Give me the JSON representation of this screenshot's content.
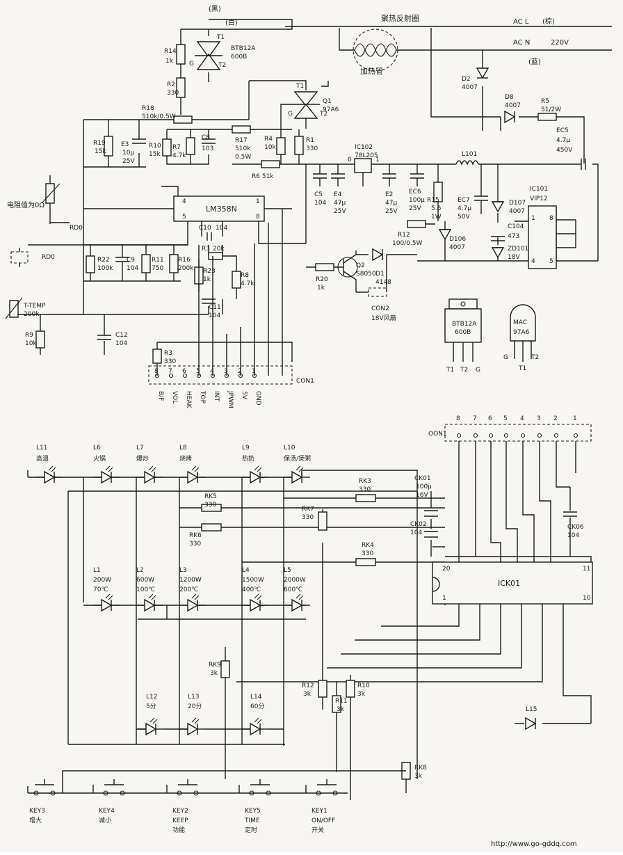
{
  "top": {
    "label_black": "(黑)",
    "label_white": "(白)",
    "reflector": "聚热反射圈",
    "acl": "AC L",
    "brown": "(棕)",
    "acn": "AC N",
    "v220": "220V",
    "blue": "(蓝)",
    "heater": "加热管"
  },
  "parts": {
    "R14": "R14",
    "R14v": "1k",
    "T1a": "T1",
    "T1a_part": "BTB12A",
    "T1a_v": "600B",
    "G": "G",
    "T2": "T2",
    "R2": "R2",
    "R2v": "330",
    "T1b": "T1",
    "Q1": "Q1",
    "Q1v": "97A6",
    "R18": "R18",
    "R18v": "510k/0.5W",
    "D2": "D2",
    "D2v": "4007",
    "D8": "D8",
    "D8v": "4007",
    "R5": "R5",
    "R5v": "51/2W",
    "EC5": "EC5",
    "EC5v": "4.7μ",
    "EC5v2": "450V",
    "R19": "R19",
    "R19v": "15k",
    "E3": "E3",
    "E3v": "10μ",
    "E3v2": "25V",
    "R10": "R10",
    "R10v": "15k",
    "R7": "R7",
    "R7v": "4.7k",
    "C8": "C8",
    "C8v": "103",
    "R17": "R17",
    "R17v": "510k",
    "R17v2": "0.5W",
    "R4": "R4",
    "R4v": "10k",
    "R1": "R1",
    "R1v": "330",
    "IC102": "IC102",
    "IC102v": "78L205",
    "pin0": "0",
    "pin1": "1",
    "L101": "L101",
    "R6": "R6 51k",
    "C5": "C5",
    "C5v": "104",
    "E4": "E4",
    "E4v": "47μ",
    "E4v2": "25V",
    "E2": "E2",
    "E2v": "47μ",
    "E2v2": "25V",
    "EC6": "EC6",
    "EC6v": "100μ",
    "EC6v2": "25V",
    "R15": "R15",
    "R15v": "5.6",
    "R15v2": "1W",
    "EC7": "EC7",
    "EC7v": "4.7μ",
    "EC7v2": "50V",
    "D107": "D107",
    "D107v": "4007",
    "IC101": "IC101",
    "IC101v": "VIP12",
    "C104": "C104",
    "C104v": "473",
    "ZD101": "ZD101",
    "ZD101v": "18V",
    "D106": "D106",
    "D106v": "4007",
    "R12": "R12",
    "R12v": "100/0.5W",
    "lm358": "LM358N",
    "p4": "4",
    "p1": "1",
    "p5": "5",
    "p8": "8",
    "p_8": "8",
    "p_1": "1",
    "p_4": "4",
    "p_5": "5",
    "resist": "电阻值为0Ω",
    "RD0a": "RD0",
    "RD0b": "RD0",
    "C10": "C10",
    "C10v": "104",
    "R3a": "R3",
    "R3av": "20k",
    "R22": "R22",
    "R22v": "100k",
    "C9": "C9",
    "C9v": "104",
    "R11": "R11",
    "R11v": "750",
    "R16": "R16",
    "R16v": "200k",
    "R23": "R23",
    "R23v": "1k",
    "R8": "R8",
    "R8v": "4.7k",
    "R20": "R20",
    "R20v": "1k",
    "Q2": "Q2",
    "Q2v": "S8050",
    "D1": "D1",
    "D1v": "4148",
    "CON2": "CON2",
    "CON2v": "18V风扇",
    "TTEMP": "T-TEMP",
    "TTEMPv": "200k",
    "C11": "C11",
    "C11v": "104",
    "R9": "R9",
    "R9v": "10k",
    "C12": "C12",
    "C12v": "104",
    "R3b": "R3",
    "R3bv": "330",
    "con1": "CON1",
    "btb_pkg": "BTB12A",
    "btb_pkg2": "600B",
    "pkgT1": "T1",
    "pkgT2": "T2",
    "pkgG": "G",
    "mac": "MAC",
    "mac2": "97A6",
    "macG": "G",
    "macT2": "T2",
    "macT1": "T1"
  },
  "con1_pins": [
    "8",
    "7",
    "6",
    "5",
    "4",
    "3",
    "2",
    "1"
  ],
  "con1_names": [
    "B/F",
    "VOL",
    "HEAK",
    "TOP",
    "INT",
    "JPWM",
    "5V",
    "GND"
  ],
  "oon1": "OON1",
  "oon1_pins": [
    "8",
    "7",
    "6",
    "5",
    "4",
    "3",
    "2",
    "1"
  ],
  "leds_top": [
    {
      "ref": "L11",
      "name": "高温"
    },
    {
      "ref": "L6",
      "name": "火锅"
    },
    {
      "ref": "L7",
      "name": "爆炒"
    },
    {
      "ref": "L8",
      "name": "烧烤"
    },
    {
      "ref": "L9",
      "name": "热奶"
    },
    {
      "ref": "L10",
      "name": "保汤/煲粥"
    }
  ],
  "leds_mid": [
    {
      "ref": "L1",
      "p": "200W",
      "t": "70℃"
    },
    {
      "ref": "L2",
      "p": "600W",
      "t": "100℃"
    },
    {
      "ref": "L3",
      "p": "1200W",
      "t": "200℃"
    },
    {
      "ref": "L4",
      "p": "1500W",
      "t": "400℃"
    },
    {
      "ref": "L5",
      "p": "2000W",
      "t": "600℃"
    }
  ],
  "leds_low": [
    {
      "ref": "L12",
      "t": "5分"
    },
    {
      "ref": "L13",
      "t": "20分"
    },
    {
      "ref": "L14",
      "t": "60分"
    }
  ],
  "L15": "L15",
  "rk": {
    "RK3": "RK3",
    "RK3v": "330",
    "RK5": "RK5",
    "RK5v": "330",
    "RK7": "RK7",
    "RK7v": "330",
    "RK6": "RK6",
    "RK6v": "330",
    "RK4": "RK4",
    "RK4v": "330",
    "RK9": "RK9",
    "RK9v": "3k",
    "R12b": "R12",
    "R12bv": "3k",
    "R11b": "R11",
    "R11bv": "3k",
    "R10b": "R10",
    "R10bv": "3k",
    "RK8": "RK8",
    "RK8v": "3k"
  },
  "cap": {
    "CK01": "CK01",
    "CK01v": "100μ",
    "CK01v2": "16V",
    "CK02": "CK02",
    "CK02v": "104",
    "CK06": "CK06",
    "CK06v": "104"
  },
  "ic": {
    "name": "ICK01",
    "p20": "20",
    "p11": "11",
    "p1": "1",
    "p10": "10"
  },
  "keys": [
    {
      "ref": "KEY3",
      "l1": "增大",
      "l2": ""
    },
    {
      "ref": "KEY4",
      "l1": "减小",
      "l2": ""
    },
    {
      "ref": "KEY2",
      "l1": "KEEP",
      "l2": "功能"
    },
    {
      "ref": "KEY5",
      "l1": "TIME",
      "l2": "定时"
    },
    {
      "ref": "KEY1",
      "l1": "ON/OFF",
      "l2": "开关"
    }
  ],
  "url": "http://www.go-gddq.com"
}
